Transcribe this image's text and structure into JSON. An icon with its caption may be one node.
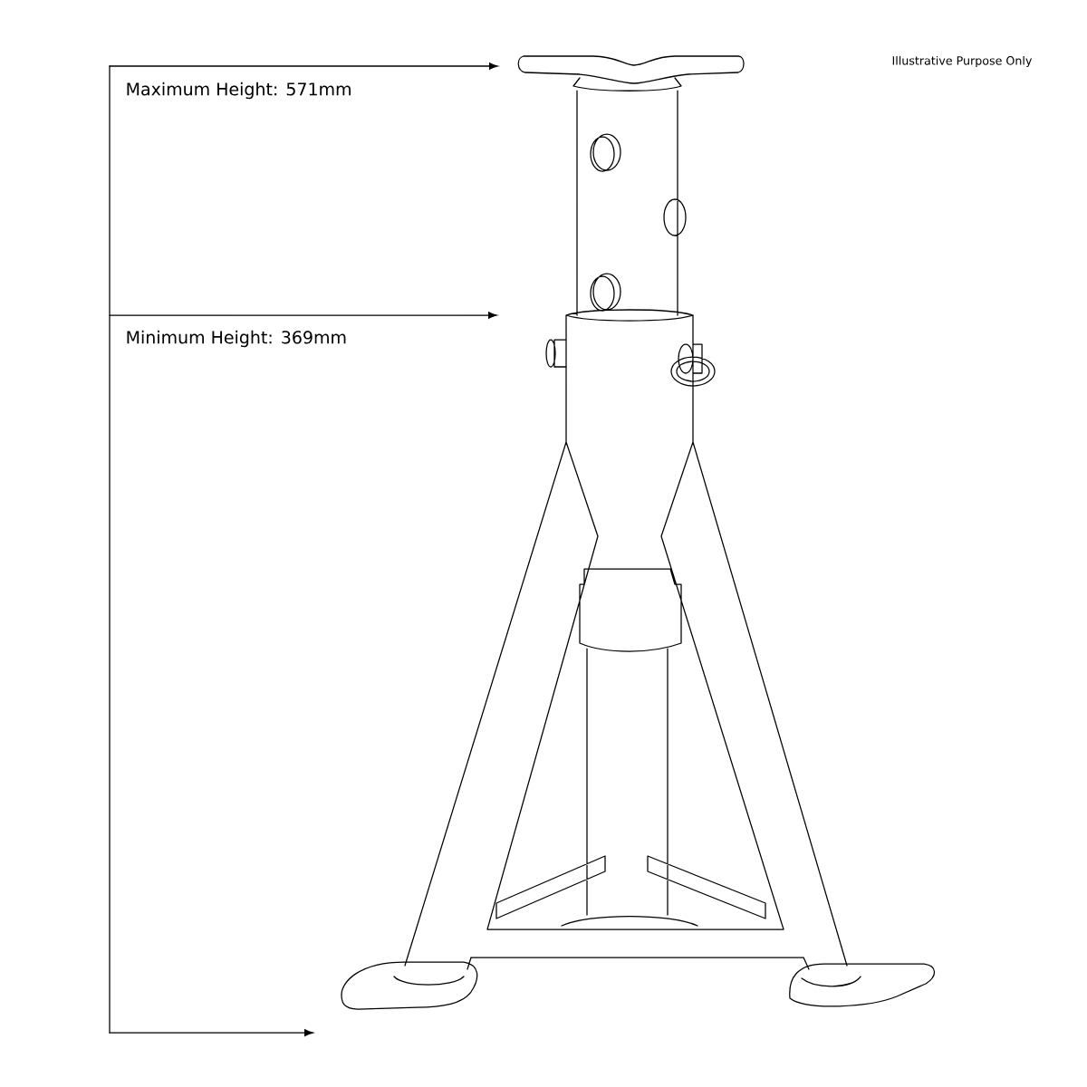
{
  "diagram": {
    "labels": [
      "Illustrative Purpose Only",
      "Maximum Height: 571mm",
      "Minimum Height: 369mm"
    ]
  }
}
